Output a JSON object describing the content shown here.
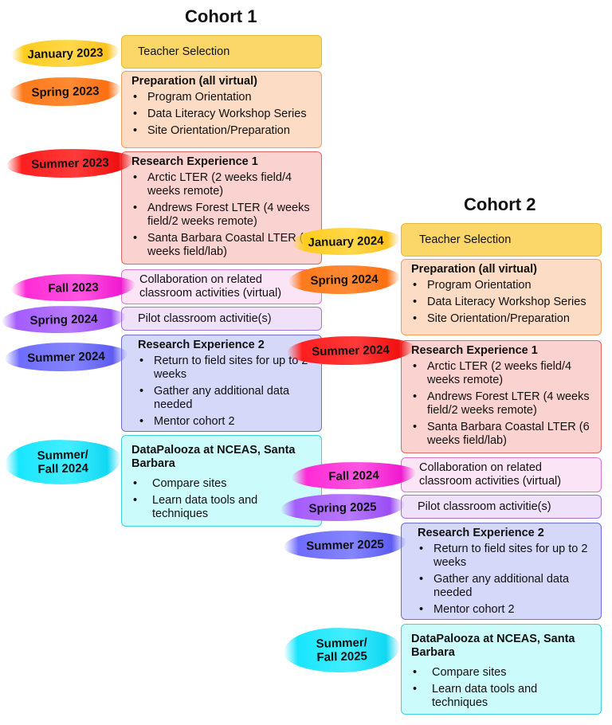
{
  "cohort1": {
    "title": "Cohort 1",
    "stages": {
      "jan": {
        "label": "January 2023",
        "text": "Teacher Selection"
      },
      "spring": {
        "label": "Spring 2023",
        "head": "Preparation (all virtual)",
        "items": [
          "Program Orientation",
          "Data Literacy Workshop Series",
          "Site Orientation/Preparation"
        ]
      },
      "summer": {
        "label": "Summer 2023",
        "head": "Research Experience 1",
        "items": [
          "Arctic LTER (2 weeks field/4 weeks remote)",
          "Andrews Forest LTER (4 weeks field/2 weeks remote)",
          "Santa Barbara Coastal LTER (6 weeks field/lab)"
        ]
      },
      "fall": {
        "label": "Fall 2023",
        "text": "Collaboration on related classroom activities (virtual)"
      },
      "spring2": {
        "label": "Spring 2024",
        "text": "Pilot classroom activitie(s)"
      },
      "summer2": {
        "label": "Summer 2024",
        "head": "Research Experience 2",
        "items": [
          "Return to field sites for up to 2 weeks",
          "Gather any additional data needed",
          "Mentor cohort 2"
        ]
      },
      "datapalooza": {
        "label_line1": "Summer/",
        "label_line2": "Fall 2024",
        "head": "DataPalooza at NCEAS, Santa Barbara",
        "items": [
          "Compare sites",
          "Learn data tools and techniques"
        ]
      }
    }
  },
  "cohort2": {
    "title": "Cohort 2",
    "stages": {
      "jan": {
        "label": "January 2024",
        "text": "Teacher Selection"
      },
      "spring": {
        "label": "Spring 2024",
        "head": "Preparation (all virtual)",
        "items": [
          "Program Orientation",
          "Data Literacy Workshop Series",
          "Site Orientation/Preparation"
        ]
      },
      "summer": {
        "label": "Summer 2024",
        "head": "Research Experience 1",
        "items": [
          "Arctic LTER (2 weeks field/4 weeks remote)",
          "Andrews Forest LTER (4 weeks field/2 weeks remote)",
          "Santa Barbara Coastal LTER (6 weeks field/lab)"
        ]
      },
      "fall": {
        "label": "Fall 2024",
        "text": "Collaboration on related classroom activities (virtual)"
      },
      "spring2": {
        "label": "Spring 2025",
        "text": "Pilot classroom activitie(s)"
      },
      "summer2": {
        "label": "Summer 2025",
        "head": "Research Experience 2",
        "items": [
          "Return to field sites for up to 2 weeks",
          "Gather any additional data needed",
          "Mentor cohort 2"
        ]
      },
      "datapalooza": {
        "label_line1": "Summer/",
        "label_line2": "Fall 2025",
        "head": "DataPalooza at NCEAS, Santa Barbara",
        "items": [
          "Compare sites",
          "Learn data tools and techniques"
        ]
      }
    }
  },
  "colors": {
    "yellow": "#fbd76a",
    "orange": "#fcdcc4",
    "red": "#fad2d0",
    "pink": "#fbe4f6",
    "lavender": "#efe1f9",
    "purple": "#d6d8fa",
    "cyan": "#ccfbfc"
  }
}
